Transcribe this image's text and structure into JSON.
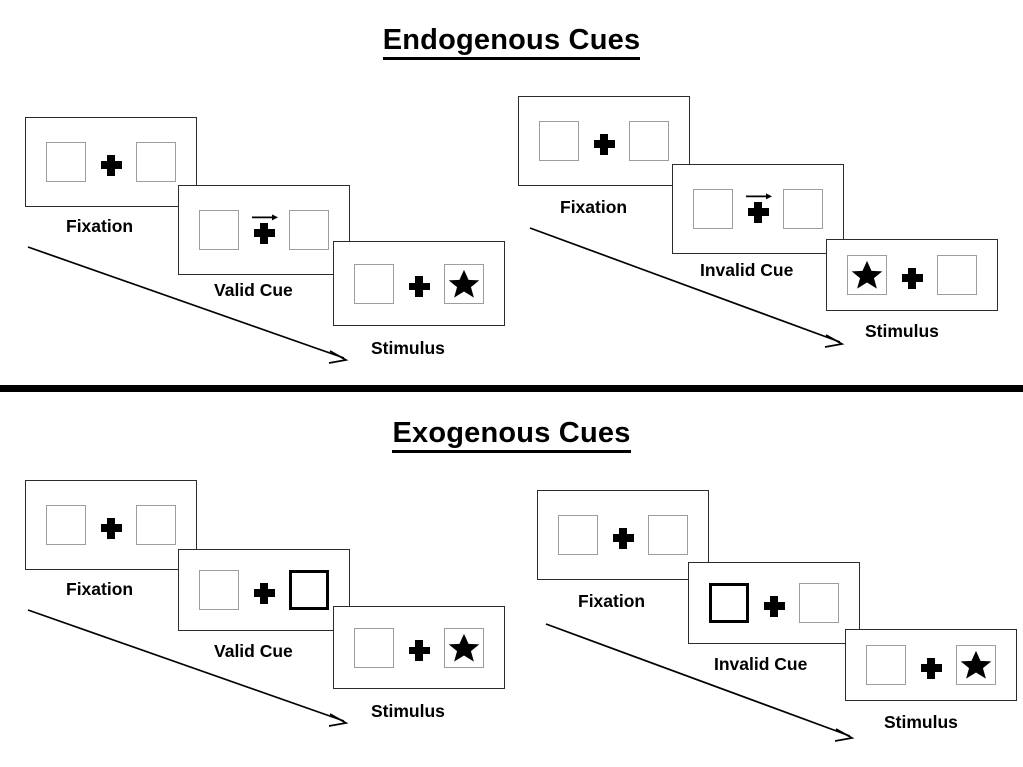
{
  "sections": [
    {
      "id": "endogenous",
      "title": "Endogenous Cues",
      "cue_type": "arrow",
      "trials": [
        {
          "id": "endogenous-valid",
          "frames": [
            {
              "label": "Fixation",
              "cue": "none",
              "stimulus": "none"
            },
            {
              "label": "Valid Cue",
              "cue": "arrow-right",
              "stimulus": "none"
            },
            {
              "label": "Stimulus",
              "cue": "none",
              "stimulus": "right"
            }
          ]
        },
        {
          "id": "endogenous-invalid",
          "frames": [
            {
              "label": "Fixation",
              "cue": "none",
              "stimulus": "none"
            },
            {
              "label": "Invalid Cue",
              "cue": "arrow-right",
              "stimulus": "none"
            },
            {
              "label": "Stimulus",
              "cue": "none",
              "stimulus": "left"
            }
          ]
        }
      ]
    },
    {
      "id": "exogenous",
      "title": "Exogenous Cues",
      "cue_type": "box-highlight",
      "trials": [
        {
          "id": "exogenous-valid",
          "frames": [
            {
              "label": "Fixation",
              "cue": "none",
              "stimulus": "none"
            },
            {
              "label": "Valid Cue",
              "cue": "highlight-right",
              "stimulus": "none"
            },
            {
              "label": "Stimulus",
              "cue": "none",
              "stimulus": "right"
            }
          ]
        },
        {
          "id": "exogenous-invalid",
          "frames": [
            {
              "label": "Fixation",
              "cue": "none",
              "stimulus": "none"
            },
            {
              "label": "Invalid Cue",
              "cue": "highlight-left",
              "stimulus": "none"
            },
            {
              "label": "Stimulus",
              "cue": "none",
              "stimulus": "right"
            }
          ]
        }
      ]
    }
  ],
  "icons": {
    "star": "star-icon",
    "cross": "fixation-cross-icon",
    "arrow_cue": "arrow-right-cue-icon",
    "time_arrow": "time-progression-arrow-icon"
  },
  "colors": {
    "box_border": "#9d9d9d",
    "highlight_border": "#000000",
    "panel_border": "#2b2b2b",
    "divider": "#000000",
    "text": "#000000"
  }
}
